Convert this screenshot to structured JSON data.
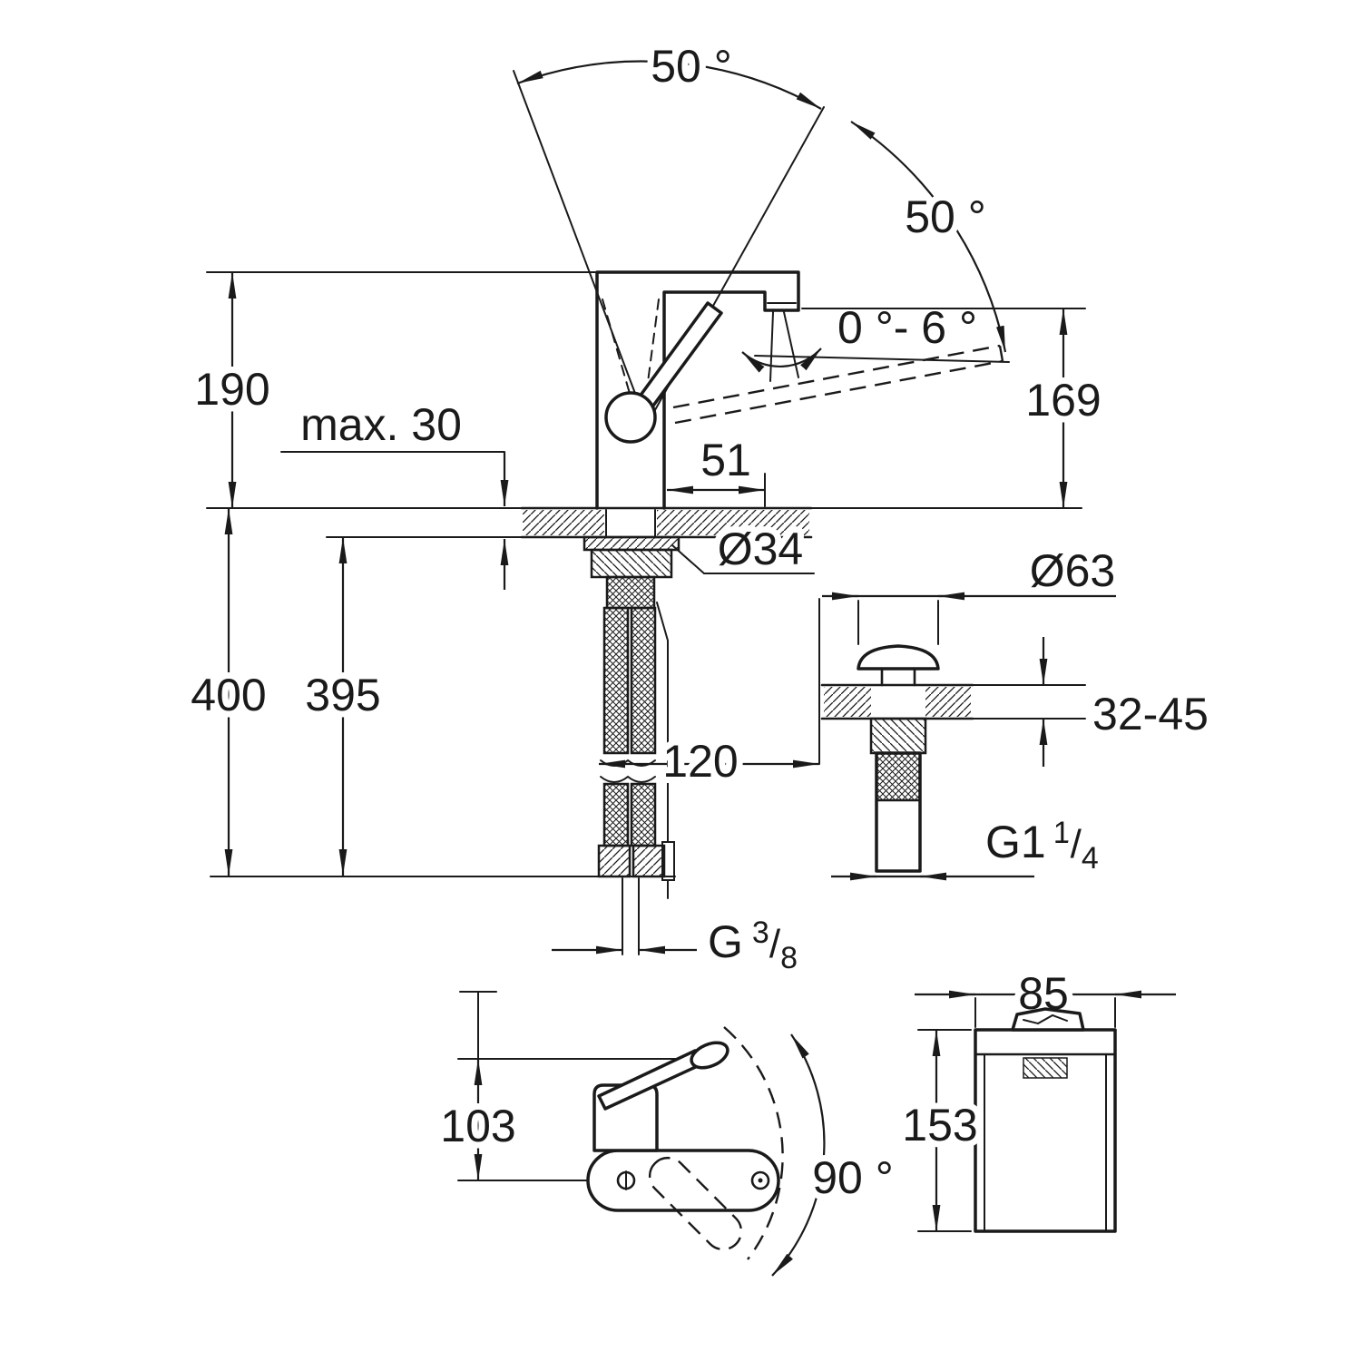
{
  "drawing": {
    "background": "#ffffff",
    "line_color": "#1a1a1a",
    "labels": {
      "angle_top": "50 °",
      "angle_side": "50 °",
      "spout_tilt": "0 °- 6 °",
      "height_190": "190",
      "max_deck": "max. 30",
      "spout_height": "169",
      "spout_offset": "51",
      "shank_dia": "Ø34",
      "drain_dia": "Ø63",
      "length_400": "400",
      "length_395": "395",
      "drain_deck": "32-45",
      "clearance_120": "120",
      "drain_thread": {
        "prefix": "G1",
        "num": "1",
        "slash": "/",
        "den": "4"
      },
      "supply_thread": {
        "prefix": "G",
        "num": "3",
        "slash": "/",
        "den": "8"
      },
      "side_height": "103",
      "swivel": "90 °",
      "width_85": "85",
      "height_153": "153"
    }
  }
}
